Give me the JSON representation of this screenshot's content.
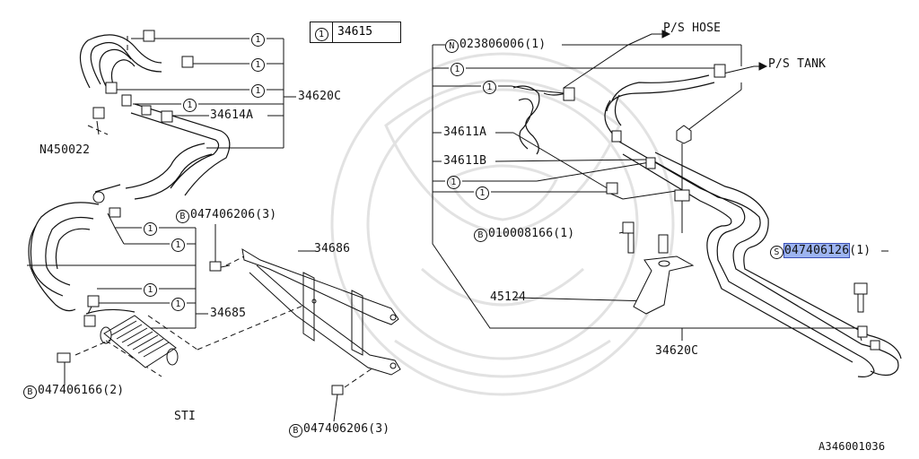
{
  "legend": {
    "key": "1",
    "part": "34615"
  },
  "labels": {
    "p34620c_top": "34620C",
    "p34614a": "34614A",
    "n450022": "N450022",
    "b047406206_mid_prefix": "B",
    "b047406206_mid": "047406206(3)",
    "p34686": "34686",
    "p34685": "34685",
    "b047406166_prefix": "B",
    "b047406166": "047406166(2)",
    "sti": "STI",
    "b047406206_bot_prefix": "B",
    "b047406206_bot": "047406206(3)",
    "n023806006_prefix": "N",
    "n023806006": "023806006(1)",
    "ps_hose": "P/S HOSE",
    "ps_tank": "P/S TANK",
    "p34611a": "34611A",
    "p34611b": "34611B",
    "b010008166_prefix": "B",
    "b010008166": "010008166(1)",
    "s047406126_prefix": "S",
    "s047406126": "047406126",
    "s047406126_qty": "(1)",
    "p45124": "45124",
    "p34620c_bot": "34620C",
    "diagram_id": "A346001036"
  },
  "callout": "1",
  "colors": {
    "ink": "#111111",
    "highlight": "#9db4f0",
    "watermark": "#e2e2e2"
  }
}
